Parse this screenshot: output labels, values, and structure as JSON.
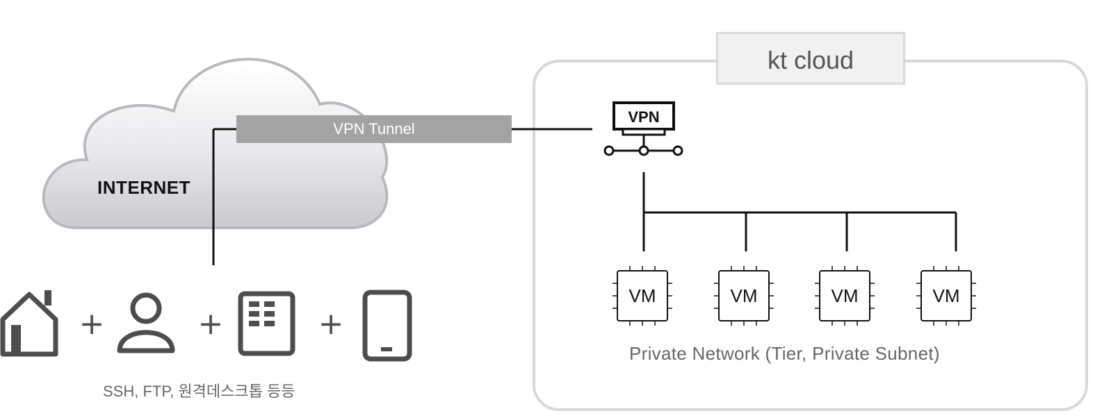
{
  "internet": {
    "label": "INTERNET"
  },
  "tunnel": {
    "label": "VPN Tunnel"
  },
  "kt_cloud": {
    "title": "kt cloud"
  },
  "vpn_device": {
    "label": "VPN"
  },
  "vms": [
    {
      "label": "VM"
    },
    {
      "label": "VM"
    },
    {
      "label": "VM"
    },
    {
      "label": "VM"
    }
  ],
  "private_network": {
    "label": "Private Network (Tier, Private Subnet)"
  },
  "clients": {
    "icons": [
      "home-icon",
      "user-icon",
      "building-icon",
      "mobile-icon"
    ],
    "separator": "+",
    "caption": "SSH, FTP, 원격데스크톱 등등"
  },
  "colors": {
    "cloud_border": "#d8d8d8",
    "tunnel_fill": "#a3a3a3",
    "icon_gray": "#4d4d4d",
    "line": "#111111"
  }
}
